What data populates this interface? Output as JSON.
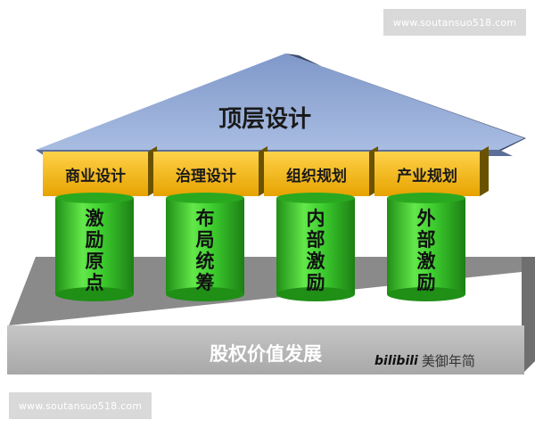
{
  "roof": {
    "title": "顶层设计"
  },
  "beams": [
    "商业设计",
    "治理设计",
    "组织规划",
    "产业规划"
  ],
  "pillars": [
    [
      "激",
      "励",
      "原",
      "点"
    ],
    [
      "布",
      "局",
      "统",
      "筹"
    ],
    [
      "内",
      "部",
      "激",
      "励"
    ],
    [
      "外",
      "部",
      "激",
      "励"
    ]
  ],
  "base": {
    "label": "股权价值发展"
  },
  "watermarks": {
    "top_url": "www.soutansuo518.com",
    "bottom_url": "www.soutansuo518.com"
  },
  "credit": {
    "logo": "bilibili",
    "handle": "美御年简"
  },
  "colors": {
    "roof_top": "#8fa7d4",
    "roof_front": "#a9bde2",
    "beam": "#f2b400",
    "pillar": "#3ccc2e",
    "base_top": "#9c9c9c",
    "base_front": "#bdbdbd"
  }
}
